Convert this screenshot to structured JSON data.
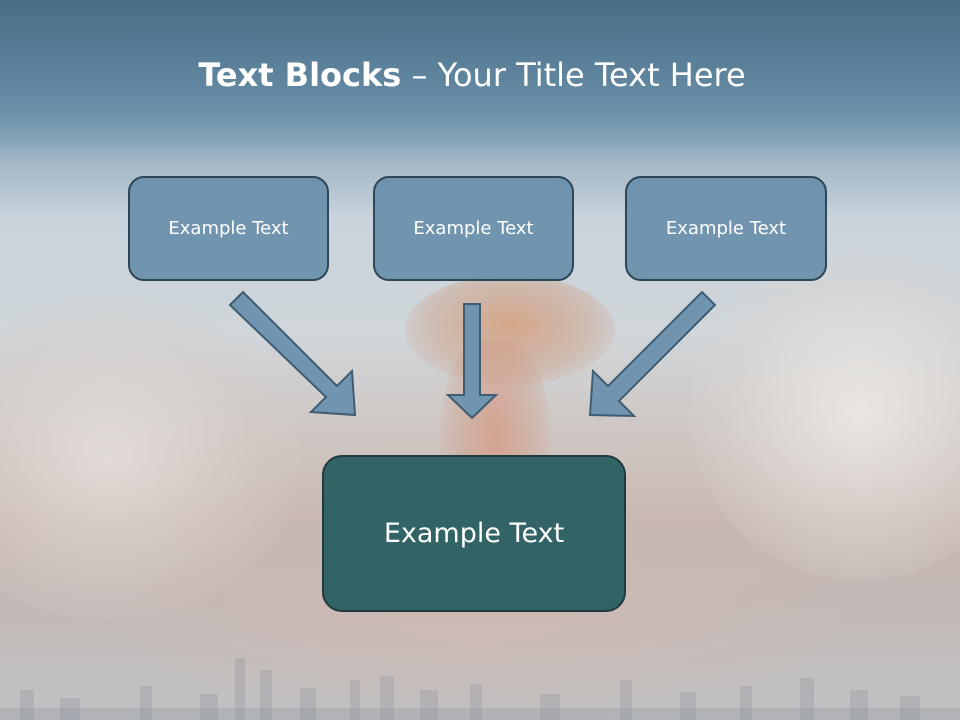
{
  "slide": {
    "title_bold": "Text Blocks",
    "title_dash": " – ",
    "title_rest": "Your Title Text Here"
  },
  "blocks": {
    "top_left": "Example Text",
    "top_center": "Example Text",
    "top_right": "Example Text",
    "bottom_main": "Example Text"
  },
  "colors": {
    "top_box_fill": "#6a8fab",
    "main_box_fill": "#326466",
    "arrow_fill": "#6f94b0",
    "arrow_stroke": "#3d5a6e"
  },
  "icons": {
    "arrow_left": "arrow-down-right-icon",
    "arrow_center": "arrow-down-icon",
    "arrow_right": "arrow-down-left-icon"
  }
}
